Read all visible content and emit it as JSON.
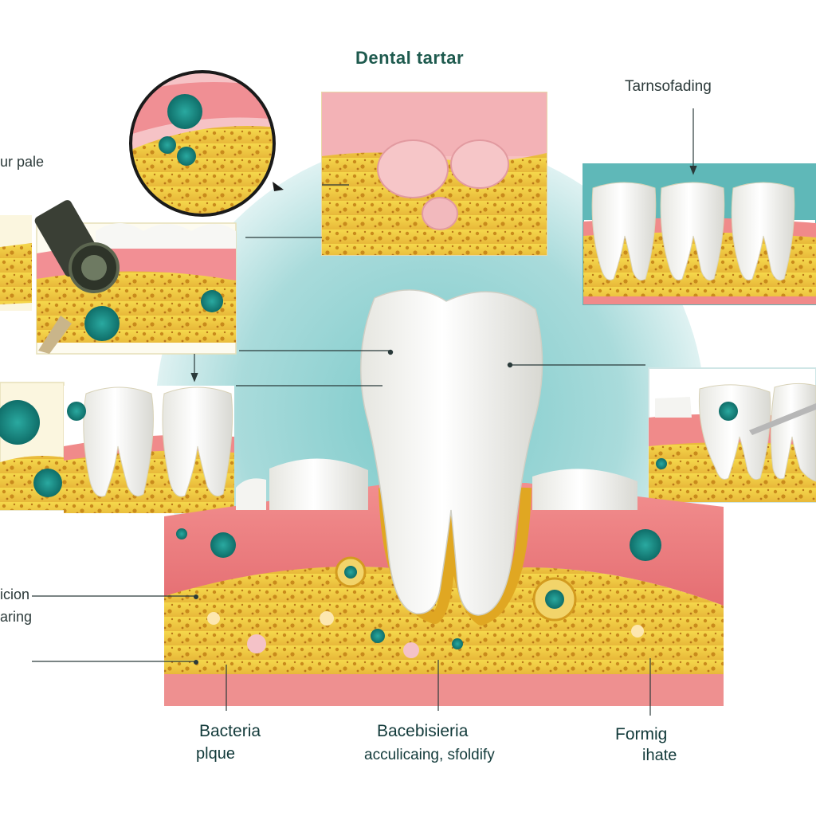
{
  "title": "Dental tartar",
  "labels": {
    "top_right": "Tarnsofading",
    "left_top": "ur pale",
    "left_mid_line1": "icion",
    "left_mid_line2": "aring",
    "bottom_left_line1": "Bacteria",
    "bottom_left_line2": "plque",
    "bottom_center_line1": "Bacebisieria",
    "bottom_center_line2": "acculicaing, sfoldify",
    "bottom_right_line1": "Formig",
    "bottom_right_line2": "ihate"
  },
  "colors": {
    "background_circle": "#bfe3e3",
    "gum": "#f08a8a",
    "bone": "#f2cf48",
    "tooth": "#f4f4f1",
    "bacteria": "#1e9c94",
    "leader_line": "#2a3a3a"
  },
  "icons": [
    "magnifier-circle-icon",
    "microscope-icon",
    "dental-scaler-icon",
    "bacteria-icon"
  ]
}
